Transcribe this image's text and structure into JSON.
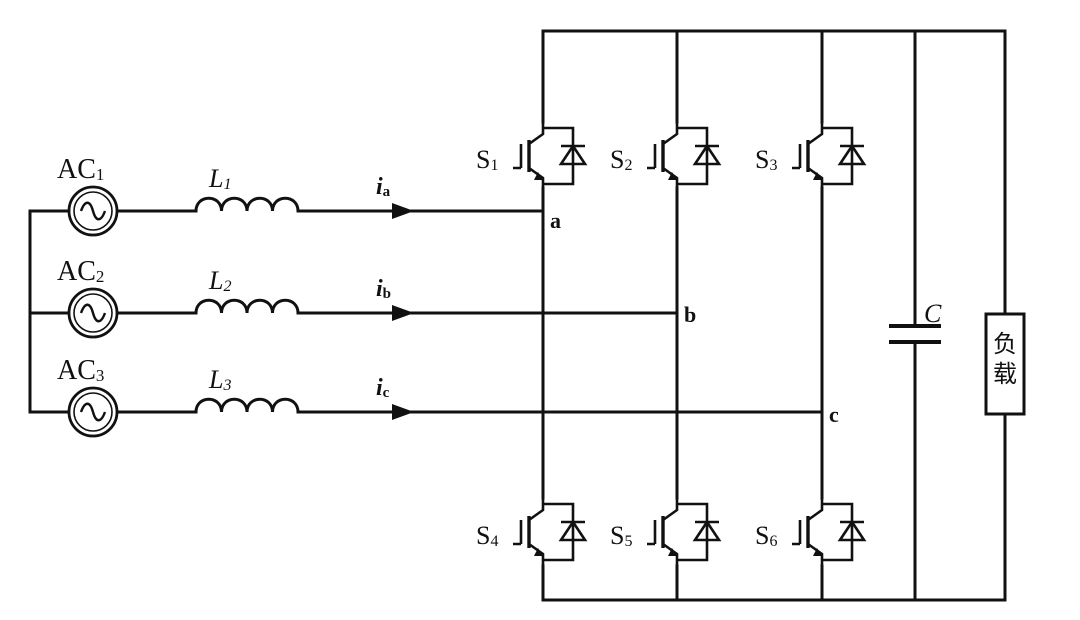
{
  "sources": [
    {
      "name": "AC",
      "sub": "1",
      "icon": "ac-source-icon"
    },
    {
      "name": "AC",
      "sub": "2",
      "icon": "ac-source-icon"
    },
    {
      "name": "AC",
      "sub": "3",
      "icon": "ac-source-icon"
    }
  ],
  "inductors": [
    {
      "name": "L",
      "sub": "1",
      "icon": "inductor-icon"
    },
    {
      "name": "L",
      "sub": "2",
      "icon": "inductor-icon"
    },
    {
      "name": "L",
      "sub": "3",
      "icon": "inductor-icon"
    }
  ],
  "currents": [
    {
      "name": "i",
      "sub": "a"
    },
    {
      "name": "i",
      "sub": "b"
    },
    {
      "name": "i",
      "sub": "c"
    }
  ],
  "nodes": [
    "a",
    "b",
    "c"
  ],
  "switches": [
    {
      "name": "S",
      "sub": "1",
      "icon": "igbt-diode-icon"
    },
    {
      "name": "S",
      "sub": "2",
      "icon": "igbt-diode-icon"
    },
    {
      "name": "S",
      "sub": "3",
      "icon": "igbt-diode-icon"
    },
    {
      "name": "S",
      "sub": "4",
      "icon": "igbt-diode-icon"
    },
    {
      "name": "S",
      "sub": "5",
      "icon": "igbt-diode-icon"
    },
    {
      "name": "S",
      "sub": "6",
      "icon": "igbt-diode-icon"
    }
  ],
  "capacitor": {
    "label": "C",
    "icon": "capacitor-icon"
  },
  "load": {
    "label": "负载",
    "icon": "load-resistor-icon"
  },
  "colors": {
    "line": "#111111",
    "background": "#ffffff"
  }
}
